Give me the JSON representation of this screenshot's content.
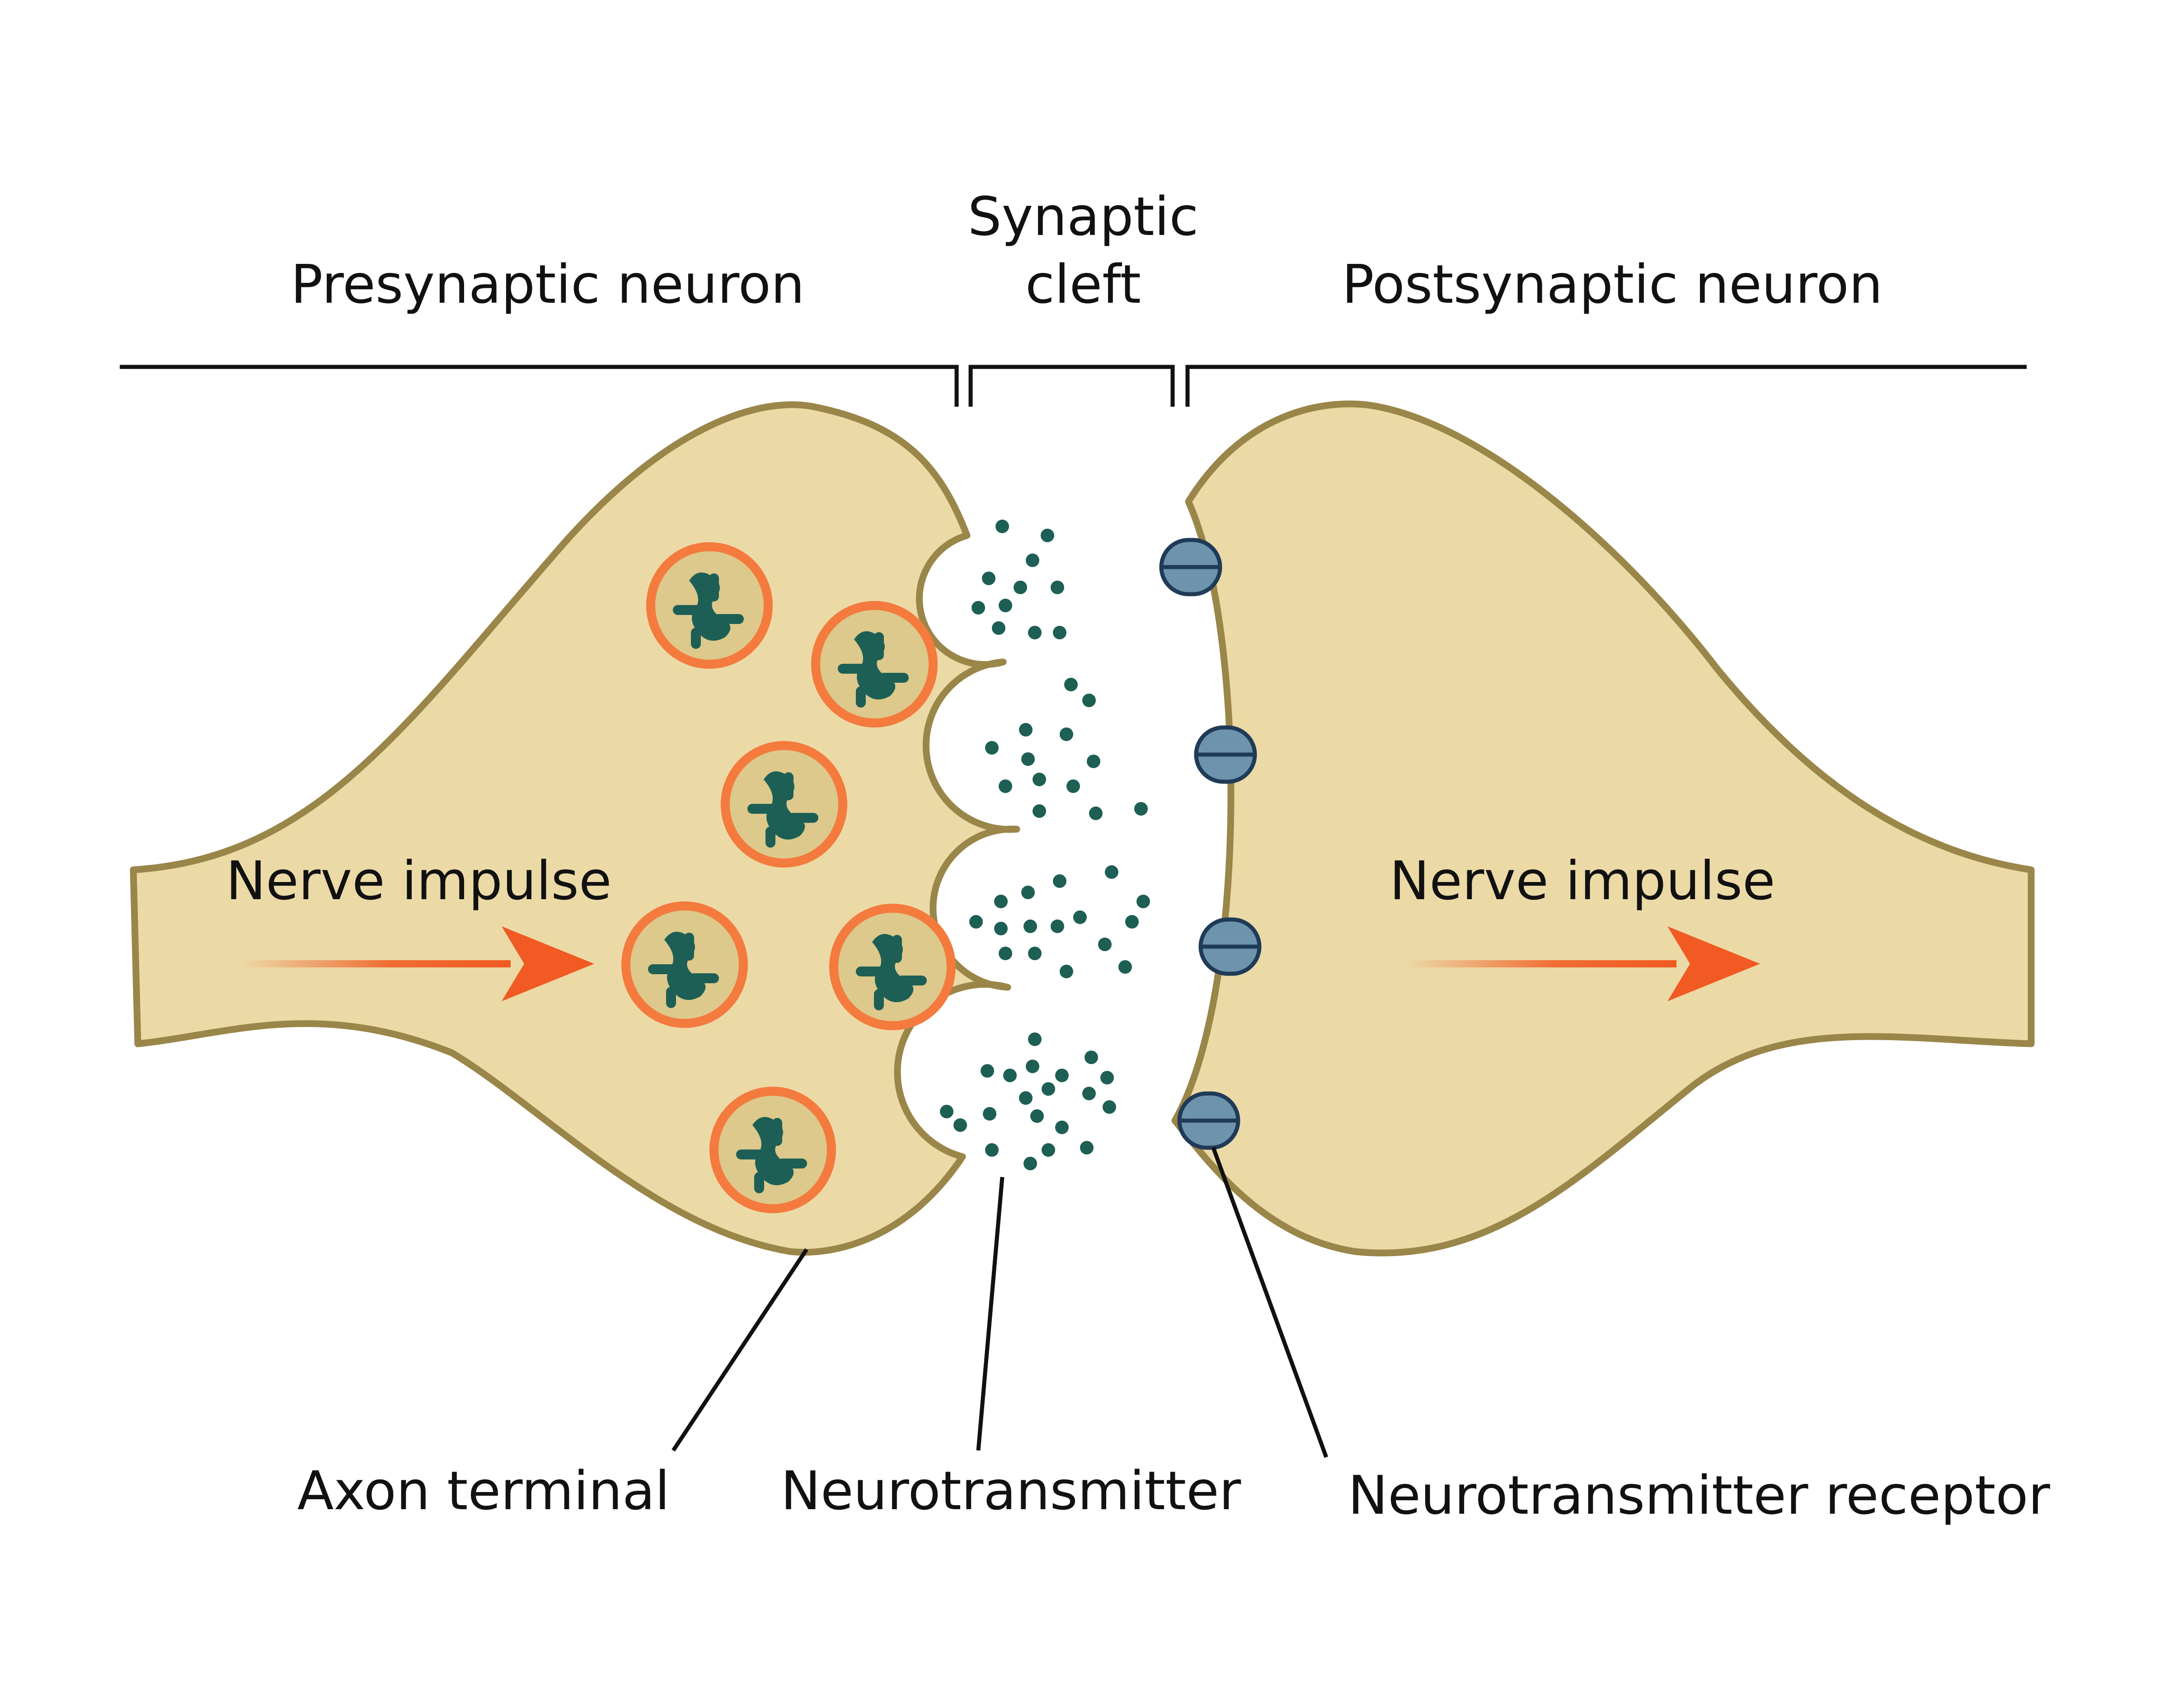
{
  "labels": {
    "presynaptic": "Presynaptic neuron",
    "cleft_line1": "Synaptic",
    "cleft_line2": "cleft",
    "postsynaptic": "Postsynaptic neuron",
    "impulse_left": "Nerve impulse",
    "impulse_right": "Nerve impulse",
    "axon_terminal": "Axon terminal",
    "neurotransmitter": "Neurotransmitter",
    "receptor": "Neurotransmitter receptor"
  },
  "colors": {
    "neuron_fill": "#ecdaa6",
    "neuron_stroke": "#9a8649",
    "vesicle_ring": "#f47a3e",
    "vesicle_fill": "#dcc98b",
    "neurotransmitter": "#1e5f55",
    "receptor_fill": "#6d93ad",
    "receptor_stroke": "#1f3b57",
    "arrow": "#f15a22",
    "text": "#111111"
  },
  "icons": {
    "vesicle": "synaptic-vesicle-icon",
    "receptor": "receptor-icon",
    "arrow": "arrow-right-icon"
  }
}
